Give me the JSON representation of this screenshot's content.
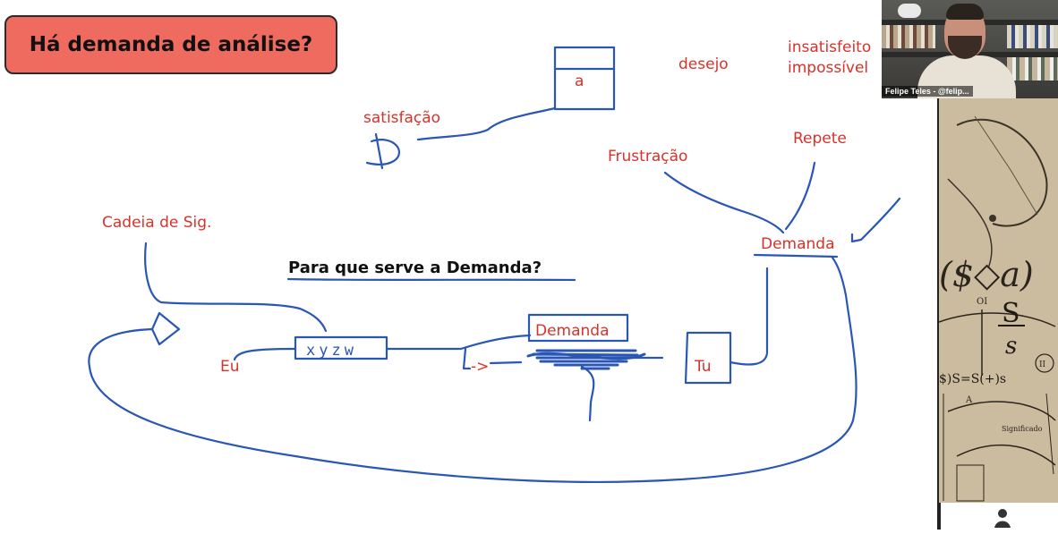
{
  "title": "Há demanda de análise?",
  "diagram": {
    "labels": {
      "a": "a",
      "desejo": "desejo",
      "insatisfeito": "insatisfeito",
      "impossivel": "impossível",
      "satisfacao": "satisfação",
      "frustracao": "Frustração",
      "repete": "Repete",
      "cadeia": "Cadeia de Sig.",
      "demanda_right": "Demanda",
      "demanda_center": "Demanda",
      "eu": "Eu",
      "tu": "Tu",
      "arrow": "->",
      "xyzw": "xyzw"
    },
    "question": "Para que serve a Demanda?"
  },
  "video": {
    "caption": "Felipe Teles - @felip..."
  },
  "sidebar": {
    "formula": "($◇a)",
    "glyph_s_top": "S",
    "glyph_s_bottom": "s",
    "glyph_roman": "OI",
    "glyph_roman2": "II",
    "formula2": "$)S=S(+)s",
    "glyph_a": "A",
    "significado": "Significado"
  },
  "colors": {
    "title_bg": "#ef6b5f",
    "label_red": "#d8322a",
    "ink_blue": "#2a56b5",
    "parchment": "#cbbca0"
  }
}
